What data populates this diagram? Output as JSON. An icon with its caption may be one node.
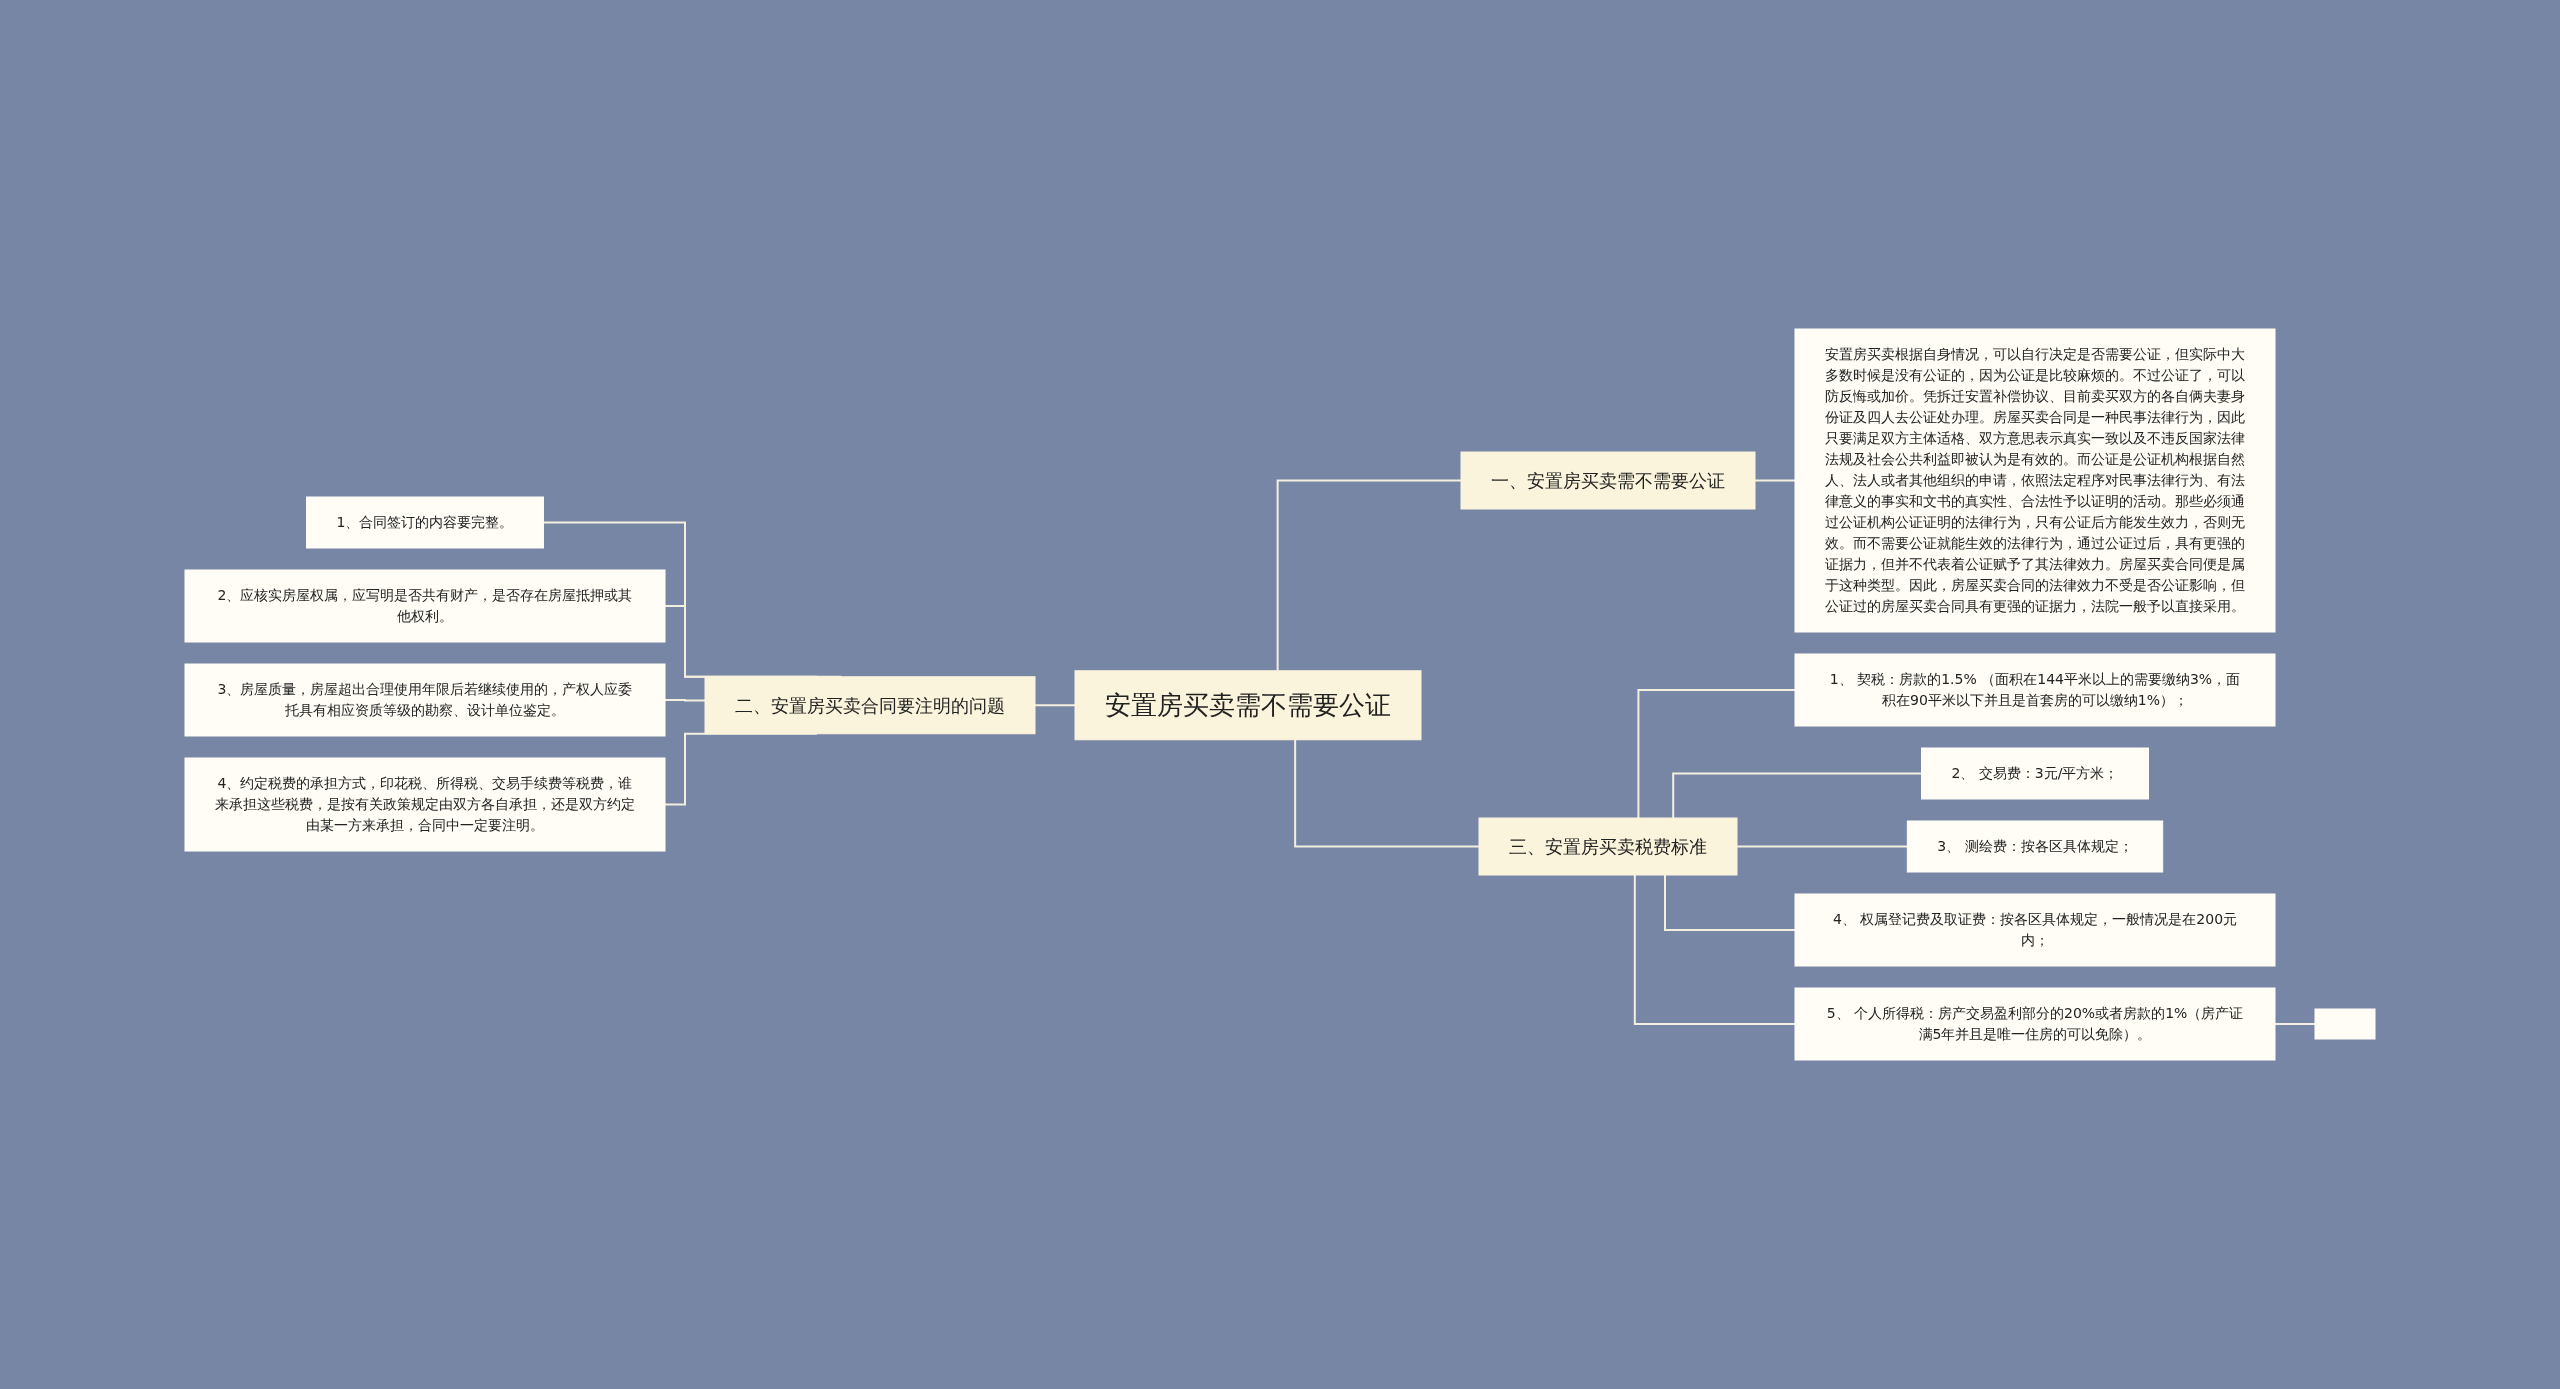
{
  "diagram": {
    "nodes": [
      {
        "text": [
          "安置房买卖需不需要公证"
        ]
      },
      {
        "text": [
          "一、安置房买卖需不需要公证"
        ]
      },
      {
        "text": [
          "安置房买卖根据自身情况，可以自行决定是否需要公证，但实际中大多数时候是没有公证的，因为公证是比较麻烦的。不过公证了，可以防反悔或加价。凭拆迁安置补偿协议、目前卖买双方的各自俩夫妻身份证及四人去公证处办理。房屋买卖合同是一种民事法律行为，因此只要满足双方主体适格、双方意思表示真实一致以及不违反国家法律法规及社会公共利益即被认为是有效的。而公证是公证机构根据自然人、法人或者其他组织的申请，依照法定程序对民事法律行为、有法律意义的事实和文书的真实性、合法性予以证明的活动。那些必须通过公证机构公证证明的法律行为，只有公证后方能发生效力，否则无效。而不需要公证就能生效的法律行为，通过公证过后，具有更强的证据力，但并不代表着公证赋予了其法律效力。房屋买卖合同便是属于这种类型。因此，房屋买卖合同的法律效力不受是否公证影响，但公证过的房屋买卖合同具有更强的证据力，法院一般予以直接采用。"
        ]
      },
      {
        "text": [
          "二、安置房买卖合同要注明的问题"
        ]
      },
      {
        "text": [
          "1、合同签订的内容要完整。"
        ]
      },
      {
        "text": [
          "2、应核实房屋权属，应写明是否共有财产，是否存在房屋抵押或其他权利。"
        ]
      },
      {
        "text": [
          "3、房屋质量，房屋超出合理使用年限后若继续使用的，产权人应委托具有相应资质等级的勘察、设计单位鉴定。"
        ]
      },
      {
        "text": [
          "4、约定税费的承担方式，印花税、所得税、交易手续费等税费，谁来承担这些税费，是按有关政策规定由双方各自承担，还是双方约定由某一方来承担，合同中一定要注明。"
        ]
      },
      {
        "text": [
          "三、安置房买卖税费标准"
        ]
      },
      {
        "text": [
          "1、 契税：房款的1.5% （面积在144平米以上的需要缴纳3%，面积在90平米以下并且是首套房的可以缴纳1%）；"
        ]
      },
      {
        "text": [
          "2、 交易费：3元/平方米；"
        ]
      },
      {
        "text": [
          "3、 测绘费：按各区具体规定；"
        ]
      },
      {
        "text": [
          "4、 权属登记费及取证费：按各区具体规定，一般情况是在200元内；"
        ]
      },
      {
        "text": [
          "5、 个人所得税：房产交易盈利部分的20%或者房款的1%（房产证满5年并且是唯一住房的可以免除）。"
        ]
      },
      {
        "text": [],
        "shape": "box"
      }
    ],
    "edges": [
      {
        "from": 0,
        "to": 1,
        "arrow": "none"
      },
      {
        "from": 1,
        "to": 2,
        "arrow": "none"
      },
      {
        "from": 0,
        "to": 3,
        "arrow": "none"
      },
      {
        "from": 3,
        "to": 4,
        "arrow": "none"
      },
      {
        "from": 3,
        "to": 5,
        "arrow": "none"
      },
      {
        "from": 3,
        "to": 6,
        "arrow": "none"
      },
      {
        "from": 3,
        "to": 7,
        "arrow": "none"
      },
      {
        "from": 0,
        "to": 8,
        "arrow": "none"
      },
      {
        "from": 8,
        "to": 9,
        "arrow": "none"
      },
      {
        "from": 8,
        "to": 10,
        "arrow": "none"
      },
      {
        "from": 8,
        "to": 11,
        "arrow": "none"
      },
      {
        "from": 8,
        "to": 12,
        "arrow": "none"
      },
      {
        "from": 8,
        "to": 13,
        "arrow": "none"
      },
      {
        "from": 13,
        "to": 14,
        "arrow": "none"
      }
    ]
  }
}
